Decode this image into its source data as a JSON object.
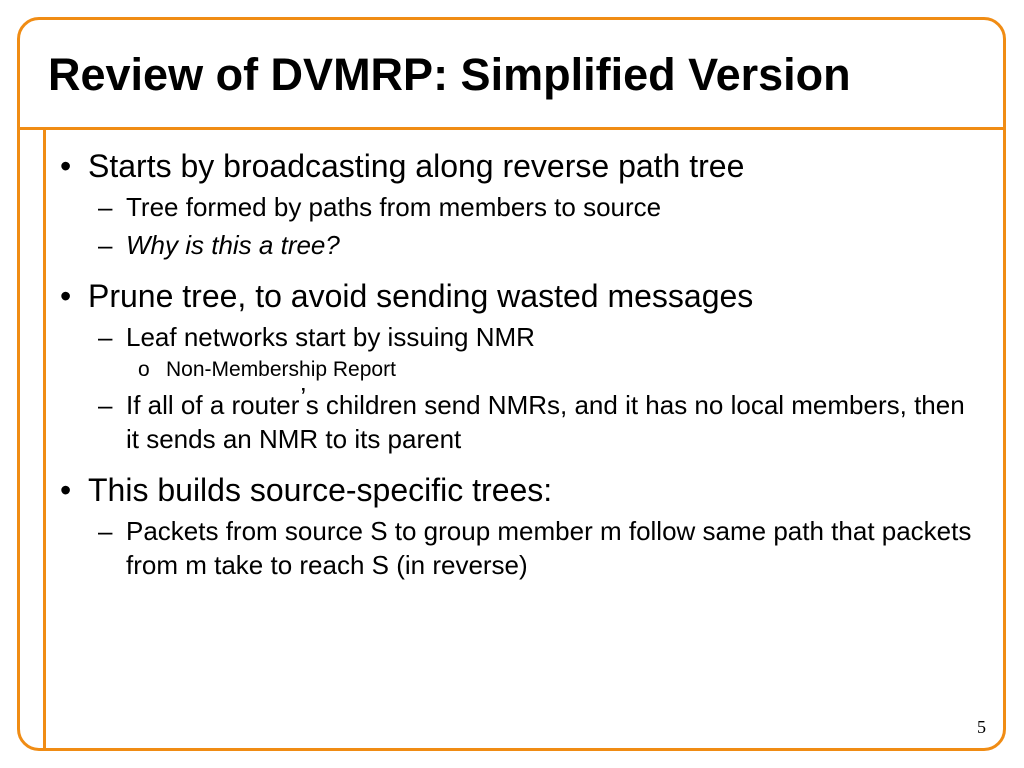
{
  "colors": {
    "accent": "#f08c14",
    "text": "#000000",
    "background": "#ffffff"
  },
  "slide": {
    "title": "Review of DVMRP: Simplified Version",
    "bullets": [
      {
        "mark": "•",
        "text": "Starts by broadcasting along reverse path tree",
        "sub": [
          {
            "mark": "–",
            "text": "Tree formed by paths from members to source"
          },
          {
            "mark": "–",
            "text": "Why is this a tree?"
          }
        ]
      },
      {
        "mark": "•",
        "text": "Prune tree, to avoid sending wasted messages",
        "sub": [
          {
            "mark": "–",
            "text": "Leaf networks start by issuing NMR",
            "sub": [
              {
                "mark": "o",
                "text": "Non-Membership Report"
              }
            ]
          },
          {
            "mark": "–",
            "text_a": "If all of a router",
            "apostrophe": "’",
            "text_b": "s children send NMRs, and it has no local members, then it sends an NMR to its parent"
          }
        ]
      },
      {
        "mark": "•",
        "text": "This builds source-specific trees:",
        "sub": [
          {
            "mark": "–",
            "text": "Packets from source S to group member m follow same path that packets from m take to reach S (in reverse)"
          }
        ]
      }
    ],
    "page_number": "5"
  }
}
